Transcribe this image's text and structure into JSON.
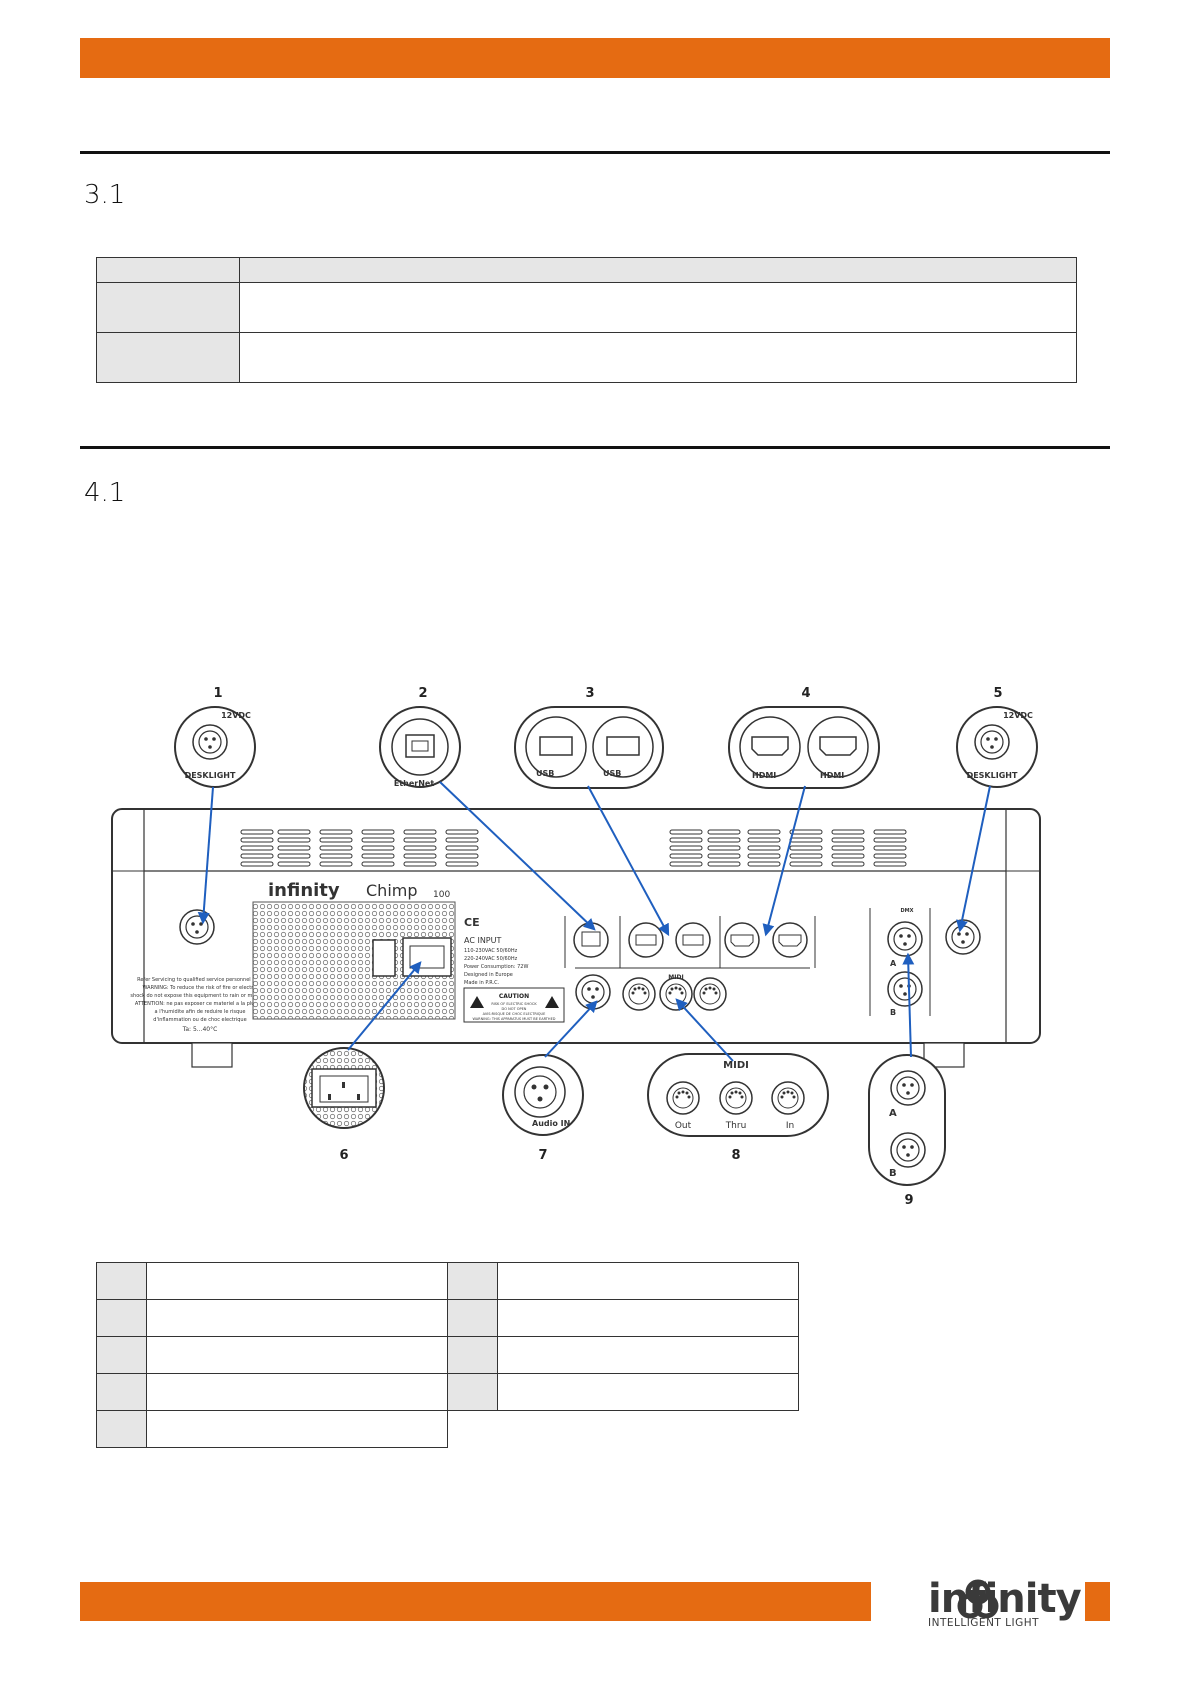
{
  "sections": [
    {
      "number": "3.1"
    },
    {
      "number": "4.1"
    }
  ],
  "diagram": {
    "callouts": [
      "1",
      "2",
      "3",
      "4",
      "5",
      "6",
      "7",
      "8",
      "9"
    ],
    "connector_labels": {
      "desklight": "DESKLIGHT",
      "volt": "12VDC",
      "ethernet": "EtherNet",
      "usb": "USB",
      "hdmi": "HDMI",
      "audio_in": "Audio IN",
      "midi": "MIDI",
      "midi_out": "Out",
      "midi_thru": "Thru",
      "midi_in": "In",
      "dmx": "DMX",
      "dmx_a": "A",
      "dmx_b": "B"
    },
    "console": {
      "brand": "infinity",
      "product": "Chimp",
      "model": "100",
      "ce_marks": "CE",
      "ac_input": "AC INPUT",
      "ac_lines": [
        "110-230VAC 50/60Hz",
        "220-240VAC 50/60Hz",
        "Power Consumption: 72W",
        "Designed in Europe",
        "Made in P.R.C."
      ],
      "caution_title": "CAUTION",
      "caution_lines": [
        "RISK OF ELECTRIC SHOCK",
        "DO NOT OPEN",
        "AVIS:RISQUE DE CHOC ELECTRIQUE",
        "WARNING: THIS APPARATUS MUST BE EARTHED"
      ],
      "warning_lines": [
        "Refer Servicing to qualified service personnel only",
        "WARNING: To reduce the risk of fire or electric",
        "shock do not expose this equipment to rain or moisture",
        "ATTENTION: ne pas exposer ce materiel a la pluie ni",
        "a l'humidite afin de reduire le risque",
        "d'inflammation ou de choc electrique",
        "Ta: 5...40°C"
      ]
    },
    "accent_color": "#1f5fbf"
  },
  "footer": {
    "brand": "infinity",
    "tagline": "INTELLIGENT LIGHT",
    "bar_color": "#e56b12"
  }
}
